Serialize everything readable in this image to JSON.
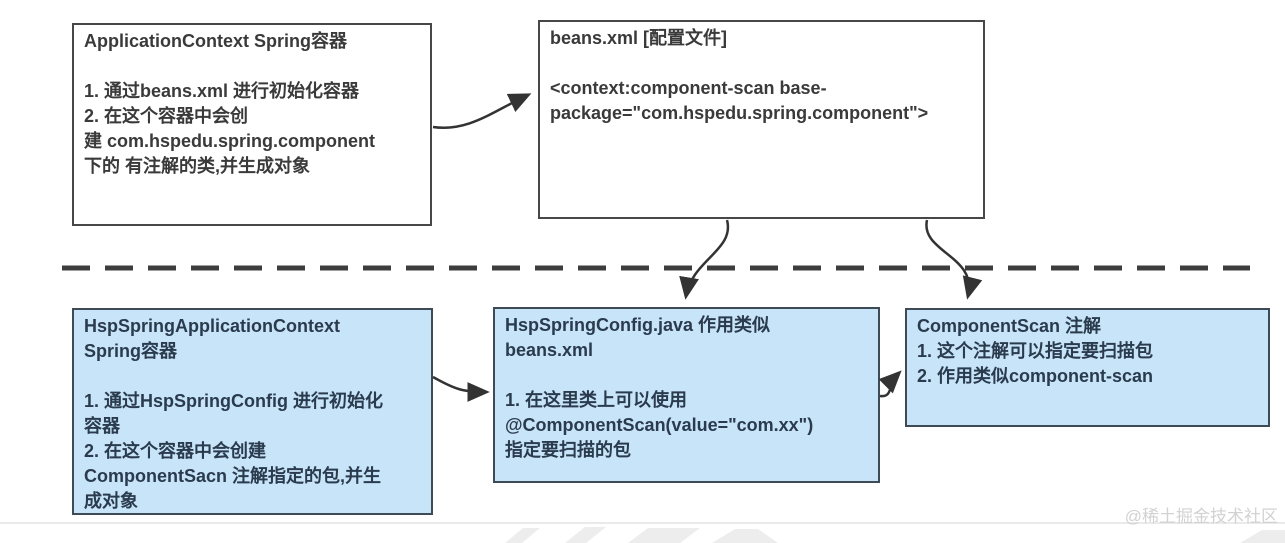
{
  "diagram": {
    "top_left_box": {
      "lines": [
        "ApplicationContext Spring容器",
        "",
        "1. 通过beans.xml 进行初始化容器",
        "2. 在这个容器中会创",
        "建 com.hspedu.spring.component",
        "下的 有注解的类,并生成对象"
      ]
    },
    "top_right_box": {
      "lines": [
        "beans.xml [配置文件]",
        "",
        "<context:component-scan base-",
        "package=\"com.hspedu.spring.component\">"
      ]
    },
    "bottom_left_box": {
      "lines": [
        "HspSpringApplicationContext",
        "Spring容器",
        "",
        "1. 通过HspSpringConfig 进行初始化",
        "容器",
        "2. 在这个容器中会创建",
        "ComponentSacn 注解指定的包,并生",
        "成对象"
      ]
    },
    "bottom_middle_box": {
      "lines": [
        "HspSpringConfig.java 作用类似",
        "beans.xml",
        "",
        "1. 在这里类上可以使用",
        "@ComponentScan(value=\"com.xx\")",
        "指定要扫描的包"
      ]
    },
    "bottom_right_box": {
      "lines": [
        "ComponentScan 注解",
        "1. 这个注解可以指定要扫描包",
        "2. 作用类似component-scan"
      ]
    }
  },
  "watermark": {
    "label": "@稀土掘金技术社区"
  },
  "colors": {
    "box_border_dark": "#474747",
    "blue_box_border": "#3e4a56",
    "blue_box_fill": "#c8e4f8",
    "text_dark": "#3a3a3a",
    "text_navy": "#2b3b4e",
    "arrow": "#333333",
    "watermark_text": "#d2d2d2"
  }
}
